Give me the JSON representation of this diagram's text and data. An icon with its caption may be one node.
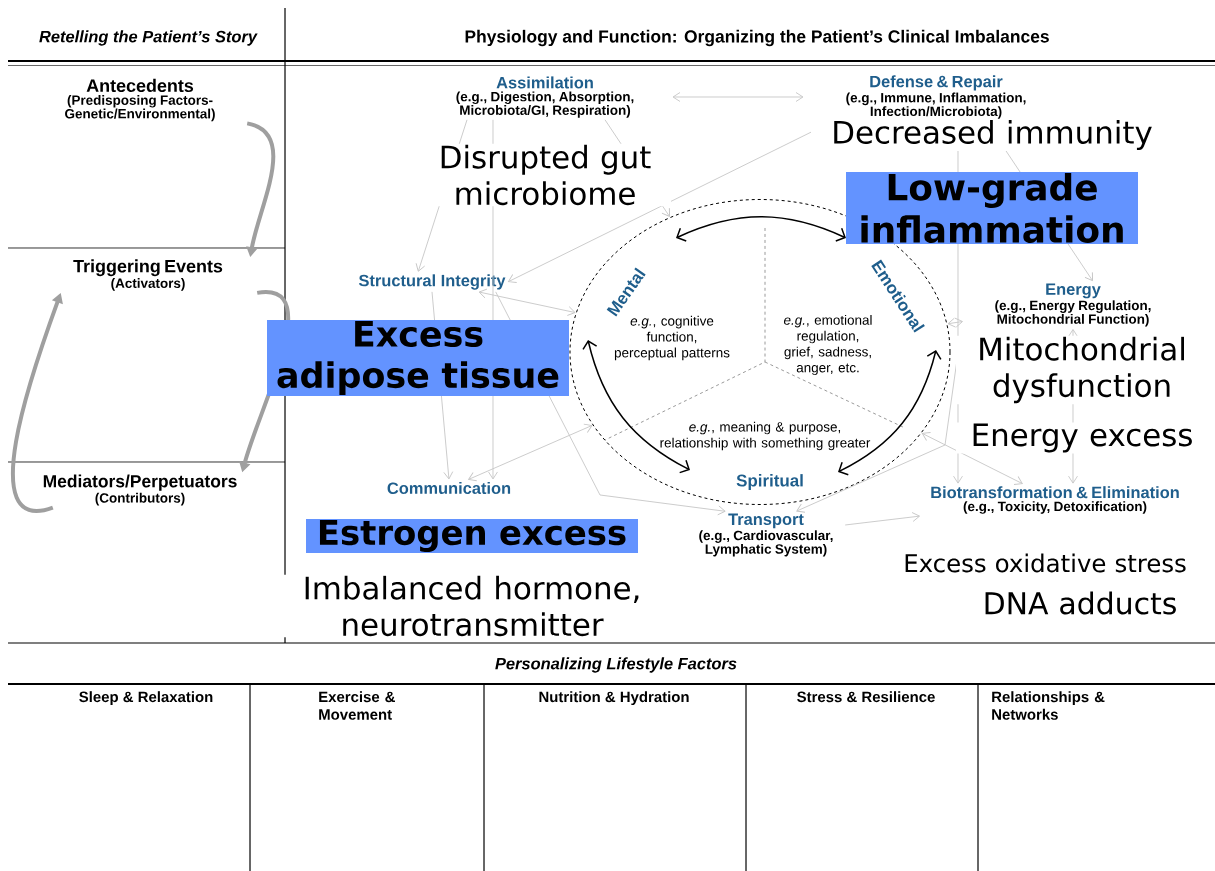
{
  "diagram": {
    "nodes": [
      {
        "text": [
          "Antecedents",
          "(Predisposing Factors- Genetic/Environmental)"
        ]
      },
      {
        "text": [
          "Triggering Events",
          "(Activators)"
        ]
      },
      {
        "text": [
          "Mediators/Perpetuators",
          "(Contributors)"
        ]
      },
      {
        "text": [
          "Assimilation",
          "(e.g., Digestion, Absorption, Microbiota/GI, Respiration)"
        ]
      },
      {
        "text": [
          "Defense & Repair",
          "(e.g., Immune, Inflammation, Infection/Microbiota)"
        ],
        "beside": [
          "Decreased immunity"
        ]
      },
      {
        "text": [
          "Structural Integrity"
        ],
        "beside": [
          "Excess adipose tissue"
        ]
      },
      {
        "text": [
          "Mental",
          "*e.g.*, cognitive function, perceptual patterns",
          "Emotional",
          "*e.g.*, emotional regulation, grief, sadness, anger, etc.",
          "Spiritual",
          "*e.g.*, meaning & purpose, relationship with something greater"
        ]
      },
      {
        "text": [
          "Energy",
          "(e.g., Energy Regulation, Mitochondrial Function)"
        ],
        "beside": [
          "Mitochondrial dysfunction",
          "Energy excess"
        ]
      },
      {
        "text": [
          "Communication"
        ],
        "beside": [
          "Estrogen excess",
          "Imbalanced hormone, neurotransmitter"
        ]
      },
      {
        "text": [
          "Transport",
          "(e.g., Cardiovascular, Lymphatic System)"
        ]
      },
      {
        "text": [
          "Biotransformation & Elimination",
          "(e.g., Toxicity, Detoxification)"
        ],
        "beside": [
          "Excess oxidative stress",
          "DNA adducts"
        ]
      }
    ],
    "edges": [
      {
        "from": 0,
        "to": 1,
        "arrow": "to",
        "style": "thick"
      },
      {
        "from": 1,
        "to": 2,
        "arrow": "to",
        "style": "thick"
      },
      {
        "from": 2,
        "to": 1,
        "arrow": "to",
        "style": "thick"
      },
      {
        "from": 3,
        "to": 4,
        "arrow": "both"
      },
      {
        "from": 5,
        "to": 6,
        "arrow": "both"
      },
      {
        "from": 6,
        "to": 7,
        "arrow": "both"
      },
      {
        "from": 3,
        "to": 5,
        "arrow": "to"
      },
      {
        "from": 5,
        "to": 8,
        "arrow": "to"
      },
      {
        "from": 3,
        "to": 8,
        "arrow": "to"
      },
      {
        "from": 4,
        "to": 5,
        "arrow": "to"
      },
      {
        "from": 3,
        "to": 6,
        "arrow": "to"
      },
      {
        "from": 4,
        "to": 7,
        "arrow": "to"
      },
      {
        "from": 4,
        "to": 10,
        "arrow": "to"
      },
      {
        "from": 7,
        "to": 10,
        "arrow": "both"
      },
      {
        "from": 6,
        "to": 10,
        "arrow": "both"
      },
      {
        "from": 7,
        "to": 9,
        "arrow": "to"
      },
      {
        "from": 9,
        "to": 10,
        "arrow": "to"
      },
      {
        "from": 8,
        "to": 6,
        "arrow": "both"
      },
      {
        "from": 5,
        "to": 9,
        "arrow": "to"
      }
    ],
    "labels": [
      "Retelling the Patient’s Story",
      "Physiology and Function: Organizing the Patient’s Clinical Imbalances",
      "Disrupted gut microbiome",
      "Low-grade inflammation",
      "Personalizing Lifestyle Factors",
      "Sleep & Relaxation",
      "Exercise & Movement",
      "Nutrition & Hydration",
      "Stress & Resilience",
      "Relationships & Networks"
    ]
  }
}
